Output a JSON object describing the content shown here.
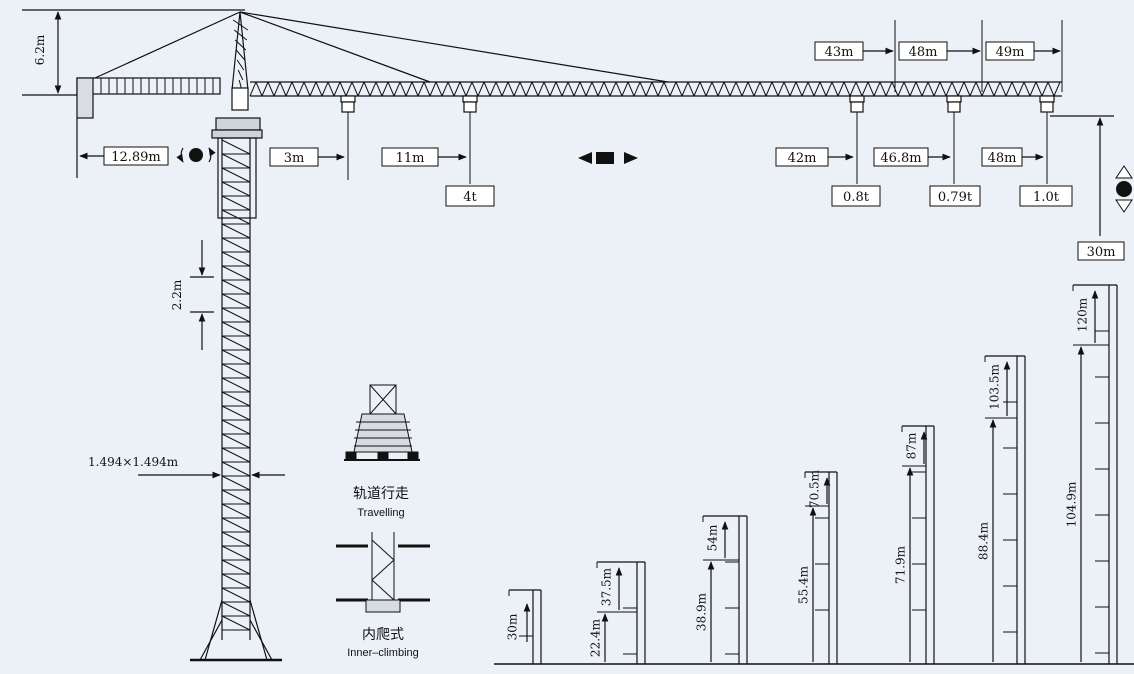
{
  "crane": {
    "head_height": "6.2m",
    "counter_jib_length": "12.89m",
    "mast_section_height": "2.2m",
    "mast_section_size": "1.494×1.494m"
  },
  "radius_labels": [
    {
      "id": "r-3m",
      "text": "3m"
    },
    {
      "id": "r-11m",
      "text": "11m"
    },
    {
      "id": "r-42m",
      "text": "42m"
    },
    {
      "id": "r-46-8m",
      "text": "46.8m"
    },
    {
      "id": "r-48m",
      "text": "48m"
    }
  ],
  "jib_length_labels": [
    "43m",
    "48m",
    "49m"
  ],
  "load_labels": [
    "4t",
    "0.8t",
    "0.79t",
    "1.0t"
  ],
  "free_height": "30m",
  "installation_types": [
    {
      "cn": "轨道行走",
      "en": "Travelling"
    },
    {
      "cn": "内爬式",
      "en": "Inner–climbing"
    }
  ],
  "height_configs": [
    {
      "top": "30m"
    },
    {
      "bottom": "22.4m",
      "top": "37.5m"
    },
    {
      "bottom": "38.9m",
      "top": "54m"
    },
    {
      "bottom": "55.4m",
      "top": "70.5m"
    },
    {
      "bottom": "71.9m",
      "top": "87m"
    },
    {
      "bottom": "88.4m",
      "top": "103.5m"
    },
    {
      "bottom": "104.9m",
      "top": "120m"
    }
  ],
  "colors": {
    "background": "#ecf1f7",
    "line": "#111111"
  }
}
